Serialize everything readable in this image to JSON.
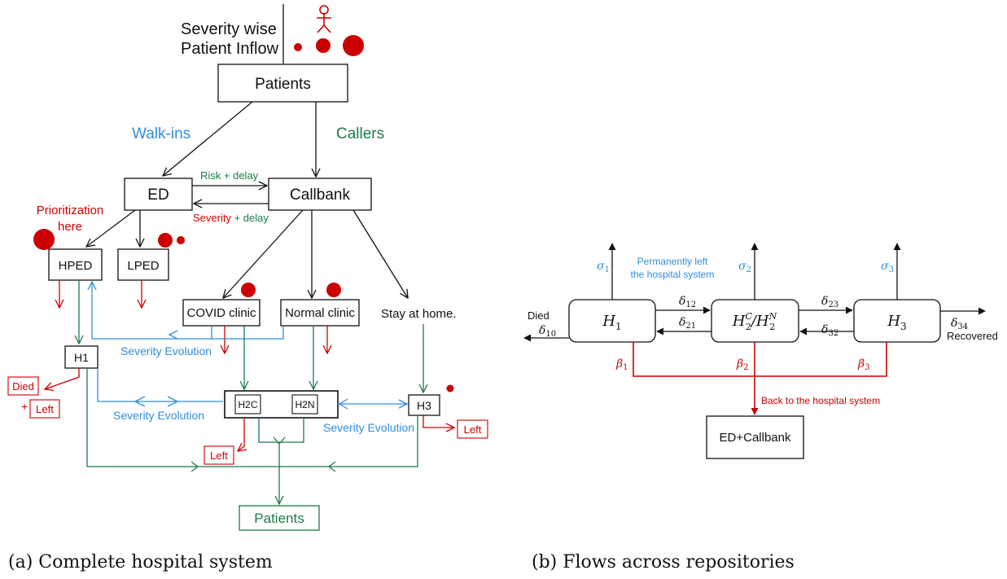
{
  "colors": {
    "black": "#111111",
    "red": "#cc0000",
    "green": "#1e7a4a",
    "blue": "#2e8ee0"
  },
  "left": {
    "inflow_line1": "Severity wise",
    "inflow_line2": "Patient Inflow",
    "patients_top": "Patients",
    "walk_ins": "Walk-ins",
    "callers": "Callers",
    "ed": "ED",
    "callbank": "Callbank",
    "risk_delay": "Risk + delay",
    "severity_word": "Severity",
    "plus_delay": " + delay",
    "prior_line1": "Prioritization",
    "prior_line2": "here",
    "hped": "HPED",
    "lped": "LPED",
    "covid_clinic": "COVID clinic",
    "normal_clinic": "Normal clinic",
    "stay_home": "Stay at home.",
    "h1": "H1",
    "h2c": "H2C",
    "h2n": "H2N",
    "h3": "H3",
    "sev_evo_1": "Severity Evolution",
    "sev_evo_2": "Severity Evolution",
    "sev_evo_3": "Severity Evolution",
    "died": "Died",
    "plus": "+",
    "left_h1": "Left",
    "left_h2": "Left",
    "left_h3": "Left",
    "patients_bottom": "Patients",
    "caption": "(a) Complete hospital system"
  },
  "right": {
    "sigma1": "σ",
    "sigma1_sub": "1",
    "sigma2": "σ",
    "sigma2_sub": "2",
    "sigma3": "σ",
    "sigma3_sub": "3",
    "perm_line1": "Permanently left",
    "perm_line2": "the hospital system",
    "h1": "H",
    "h1_sub": "1",
    "h2": "H",
    "h2_sup1": "C",
    "h2_sub1": "2",
    "h2_slash": "/H",
    "h2_sup2": "N",
    "h2_sub2": "2",
    "h3": "H",
    "h3_sub": "3",
    "d12": "δ",
    "d12_sub": "12",
    "d21": "δ",
    "d21_sub": "21",
    "d23": "δ",
    "d23_sub": "23",
    "d32": "δ",
    "d32_sub": "32",
    "d10": "δ",
    "d10_sub": "10",
    "d34": "δ",
    "d34_sub": "34",
    "died": "Died",
    "recovered": "Recovered",
    "b1": "β",
    "b1_sub": "1",
    "b2": "β",
    "b2_sub": "2",
    "b3": "β",
    "b3_sub": "3",
    "back": "Back to the hospital system",
    "ed_callbank": "ED+Callbank",
    "caption": "(b) Flows across repositories"
  }
}
